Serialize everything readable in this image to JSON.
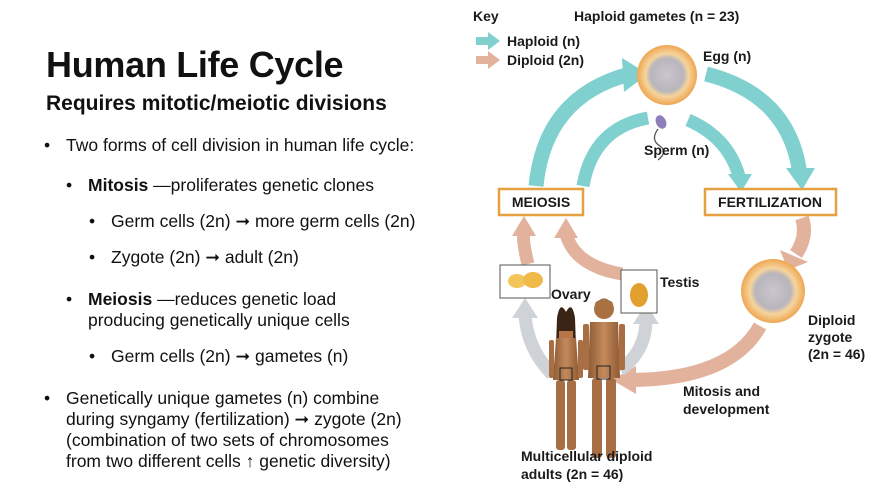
{
  "slide": {
    "title": "Human Life Cycle",
    "subtitle": "Requires mitotic/meiotic divisions"
  },
  "bullets": {
    "b1": "Two forms of cell division in human life cycle:",
    "mitosis_term": "Mitosis",
    "mitosis_desc": " —proliferates genetic clones",
    "mitosis_sub1": "Germ cells (2n) ➞ more germ cells (2n)",
    "mitosis_sub2": "Zygote (2n) ➞ adult (2n)",
    "meiosis_term": "Meiosis",
    "meiosis_desc1": " —reduces genetic load",
    "meiosis_desc2": "producing genetically unique cells",
    "meiosis_sub1": "Germ cells (2n) ➞ gametes (n)",
    "b3_line1": "Genetically unique gametes (n) combine",
    "b3_line2": "during syngamy (fertilization) ➞ zygote (2n)",
    "b3_line3": "(combination of two sets of chromosomes",
    "b3_line4": "from two different cells ↑ genetic diversity)"
  },
  "diagram": {
    "key_title": "Key",
    "key_haploid": "Haploid (n)",
    "key_diploid": "Diploid (2n)",
    "haploid_gametes": "Haploid gametes (n = 23)",
    "egg": "Egg (n)",
    "sperm": "Sperm (n)",
    "meiosis": "MEIOSIS",
    "fertilization": "FERTILIZATION",
    "ovary": "Ovary",
    "testis": "Testis",
    "zygote_l1": "Diploid",
    "zygote_l2": "zygote",
    "zygote_l3": "(2n = 46)",
    "mitosis_l1": "Mitosis and",
    "mitosis_l2": "development",
    "adults_l1": "Multicellular diploid",
    "adults_l2": "adults (2n = 46)",
    "colors": {
      "haploid": "#7fd0cf",
      "diploid": "#e2b29c",
      "box_border": "#e5a040",
      "egg": "#f2b76b",
      "skin": "#b5774a"
    }
  }
}
